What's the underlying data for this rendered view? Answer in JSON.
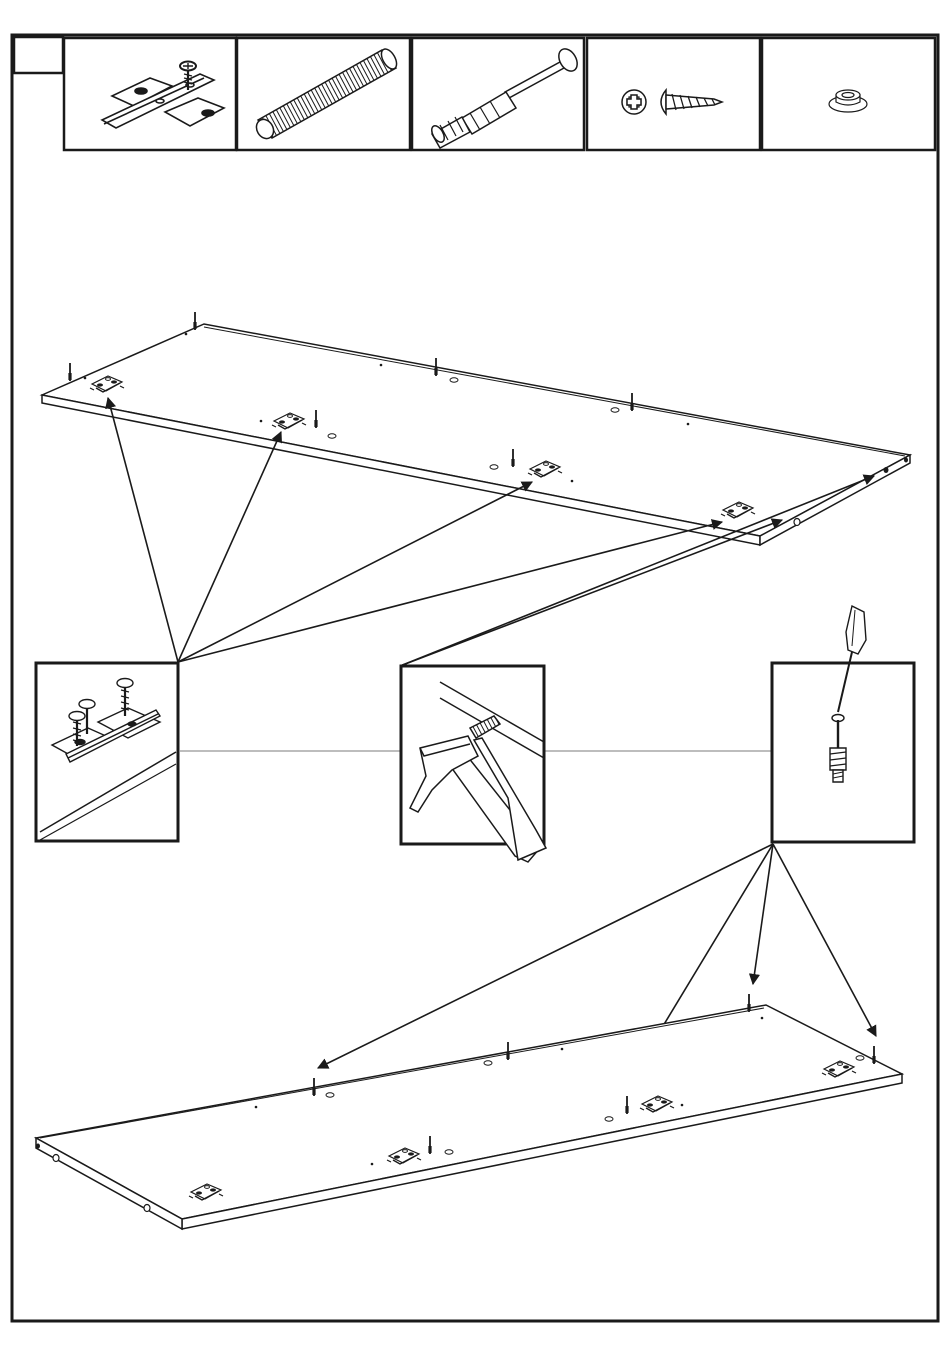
{
  "page": {
    "step_number": "",
    "colors": {
      "ink": "#1a1a1a",
      "connector": "#bdbdbd",
      "paper": "#ffffff"
    }
  },
  "parts_row": [
    {
      "name": "hinge-plate-with-screw",
      "icon": "hinge-plate-icon",
      "quantity": ""
    },
    {
      "name": "wooden-dowel",
      "icon": "wooden-dowel-icon",
      "quantity": ""
    },
    {
      "name": "cam-bolt-with-insert",
      "icon": "cam-bolt-icon",
      "quantity": ""
    },
    {
      "name": "phillips-screw",
      "icon": "phillips-screw-icon",
      "quantity": ""
    },
    {
      "name": "plastic-cap",
      "icon": "plastic-cap-icon",
      "quantity": ""
    }
  ],
  "details": [
    {
      "name": "detail-hinge-plate-screwing",
      "icon": "hinge-screwing-icon"
    },
    {
      "name": "detail-dowel-hammering",
      "icon": "hammer-icon"
    },
    {
      "name": "detail-cam-bolt-screwdriver",
      "icon": "screwdriver-icon"
    }
  ],
  "panels": [
    {
      "name": "upper-panel",
      "hinge_plates": 4,
      "cam_bolts": 4,
      "edge_dowels": 2
    },
    {
      "name": "lower-panel",
      "hinge_plates": 4,
      "cam_bolts": 5,
      "edge_dowels": 3
    }
  ]
}
